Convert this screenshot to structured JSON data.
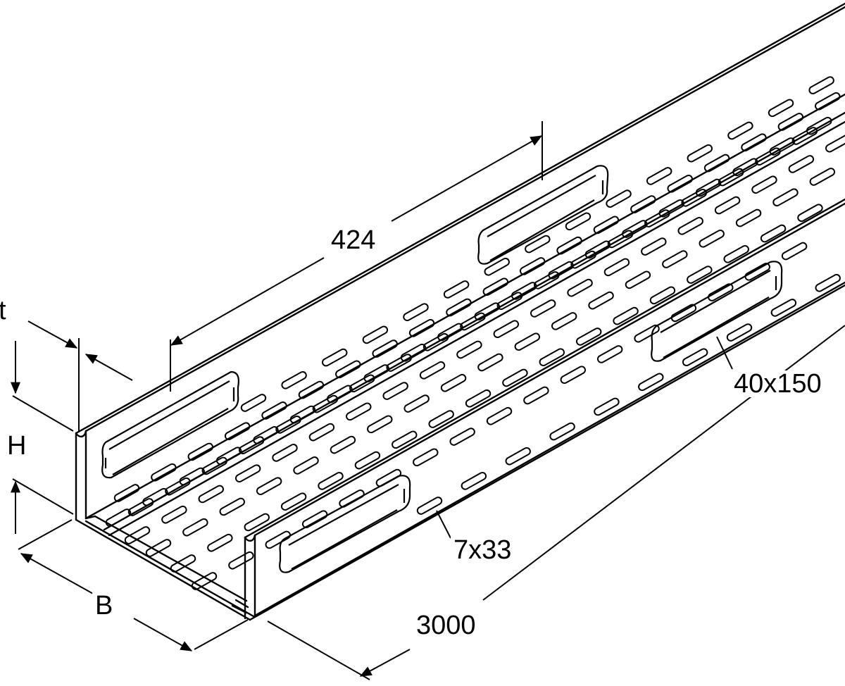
{
  "dimensions": {
    "length": "3000",
    "side_opening_pitch": "424",
    "height": "H",
    "width": "B",
    "thickness": "t",
    "perforation": "7x33",
    "side_opening": "40x150"
  },
  "colors": {
    "line": "#000000",
    "background": "#ffffff"
  }
}
